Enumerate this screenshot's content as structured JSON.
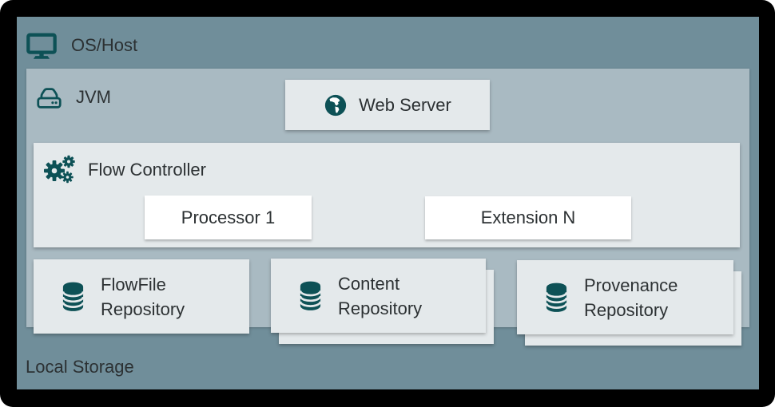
{
  "colors": {
    "canvas_bg": "#000000",
    "os_host_bg": "#708e9a",
    "jvm_bg": "#a9bac2",
    "box_bg": "#e4e9eb",
    "card_bg": "#ffffff",
    "icon_teal": "#0d5156",
    "text": "#2c3133"
  },
  "icons": {
    "os_host": "monitor-icon",
    "jvm": "drive-icon",
    "web_server": "globe-icon",
    "flow_controller": "gears-icon",
    "repositories": "database-icon"
  },
  "diagram": {
    "os_host": {
      "label": "OS/Host"
    },
    "jvm": {
      "label": "JVM"
    },
    "web_server": {
      "label": "Web Server"
    },
    "flow_controller": {
      "label": "Flow Controller"
    },
    "processor": {
      "label": "Processor 1"
    },
    "extension": {
      "label": "Extension N"
    },
    "repositories": [
      {
        "line1": "FlowFile",
        "line2": "Repository",
        "stacked": false
      },
      {
        "line1": "Content",
        "line2": "Repository",
        "stacked": true
      },
      {
        "line1": "Provenance",
        "line2": "Repository",
        "stacked": true
      }
    ],
    "local_storage": {
      "label": "Local Storage"
    }
  }
}
